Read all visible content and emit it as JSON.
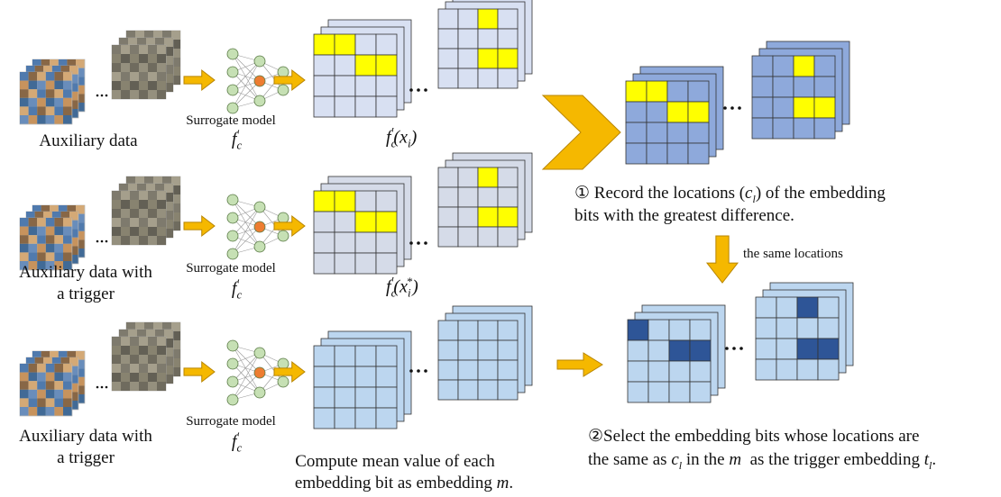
{
  "rows": [
    {
      "input_label": "Auxiliary data",
      "input_label_2": "",
      "model_label": "Surrogate model",
      "model_symbol": "f′c",
      "output_math": "f′c(xi)"
    },
    {
      "input_label": "Auxiliary data with",
      "input_label_2": "a trigger",
      "model_label": "Surrogate model",
      "model_symbol": "f′c",
      "output_math": "f′c(x*i)"
    },
    {
      "input_label": "Auxiliary data with",
      "input_label_2": "a trigger",
      "model_label": "Surrogate model",
      "model_symbol": "f′c",
      "output_math": ""
    }
  ],
  "step1": {
    "line1": "① Record the locations (cl) of the embedding",
    "line2": "bits with the greatest difference."
  },
  "same_locations_label": "the same locations",
  "mean_caption": {
    "line1": "Compute mean value of each",
    "line2": "embedding bit as embedding m."
  },
  "step2": {
    "line1": "②Select the embedding bits whose locations are",
    "line2": "the same as cl in the m  as the trigger embedding tl."
  },
  "colors": {
    "arrow": "#f5b800",
    "arrow_stroke": "#b88500",
    "highlight": "#ffff00",
    "grid_light_purple": "#d8e0f2",
    "grid_gray_blue": "#d5dbe8",
    "grid_mean": "#bcd6ef",
    "grid_record": "#8ea9db",
    "dark_cell": "#2e5597",
    "node": "#c6e0b4",
    "node_highlight": "#ed7d31"
  }
}
